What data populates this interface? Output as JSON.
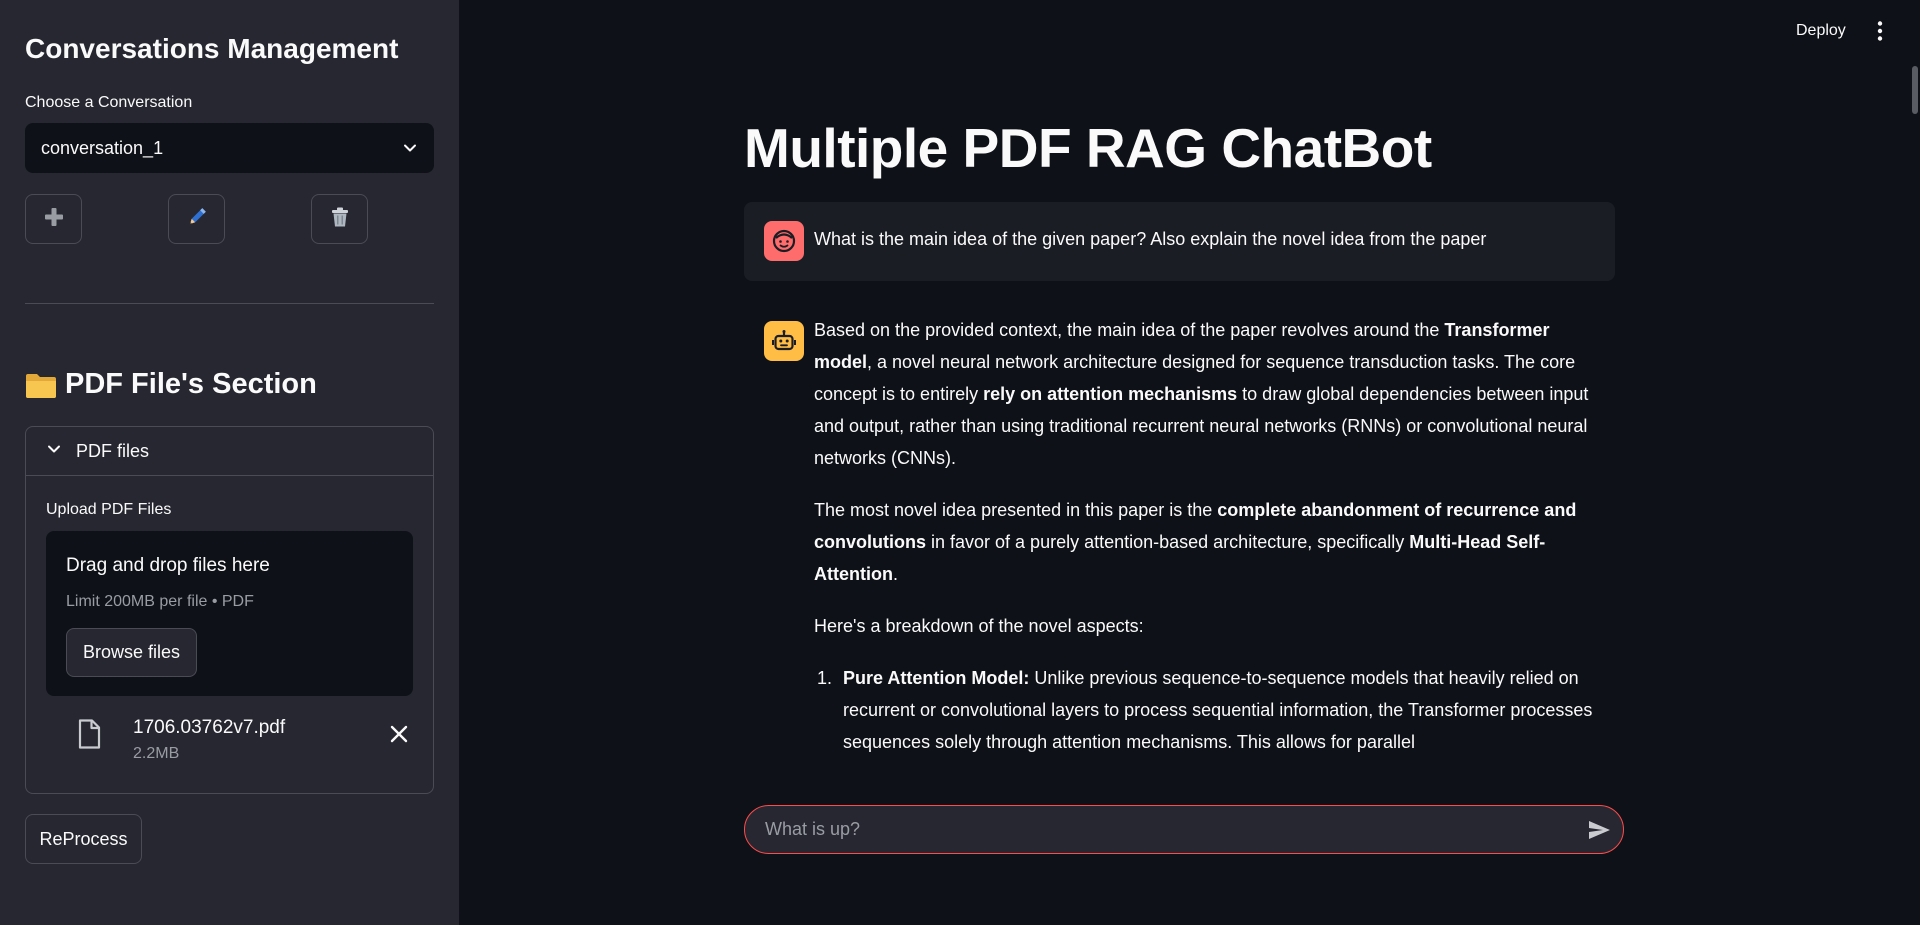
{
  "sidebar": {
    "title": "Conversations Management",
    "conversation_label": "Choose a Conversation",
    "conversation_selected": "conversation_1",
    "buttons": {
      "add_icon": "plus-icon",
      "edit_icon": "pencil-icon",
      "delete_icon": "trash-icon"
    },
    "section_title": "PDF File's Section",
    "section_icon": "folder-icon",
    "expander_label": "PDF files",
    "upload_label": "Upload PDF Files",
    "dropzone_title": "Drag and drop files here",
    "dropzone_limit": "Limit 200MB per file • PDF",
    "browse_label": "Browse files",
    "file": {
      "name": "1706.03762v7.pdf",
      "size": "2.2MB"
    },
    "reprocess_label": "ReProcess"
  },
  "header": {
    "deploy_label": "Deploy"
  },
  "main": {
    "title": "Multiple PDF RAG ChatBot",
    "user_message": "What is the main idea of the given paper? Also explain the novel idea from the paper",
    "bot_message": {
      "p1_a": "Based on the provided context, the main idea of the paper revolves around the ",
      "p1_b": "Transformer model",
      "p1_c": ", a novel neural network architecture designed for sequence transduction tasks. The core concept is to entirely ",
      "p1_d": "rely on attention mechanisms",
      "p1_e": " to draw global dependencies between input and output, rather than using traditional recurrent neural networks (RNNs) or convolutional neural networks (CNNs).",
      "p2_a": "The most novel idea presented in this paper is the ",
      "p2_b": "complete abandonment of recurrence and convolutions",
      "p2_c": " in favor of a purely attention-based architecture, specifically ",
      "p2_d": "Multi-Head Self-Attention",
      "p2_e": ".",
      "p3": "Here's a breakdown of the novel aspects:",
      "li1_num": "1.",
      "li1_b": "Pure Attention Model:",
      "li1_text": " Unlike previous sequence-to-sequence models that heavily relied on recurrent or convolutional layers to process sequential information, the Transformer processes sequences solely through attention mechanisms. This allows for parallel"
    },
    "chat_placeholder": "What is up?"
  },
  "colors": {
    "accent": "#ff4b4b",
    "user_avatar": "#ff6c6c",
    "bot_avatar": "#ffbd45",
    "sidebar_bg": "#262730",
    "main_bg": "#0e1117"
  }
}
